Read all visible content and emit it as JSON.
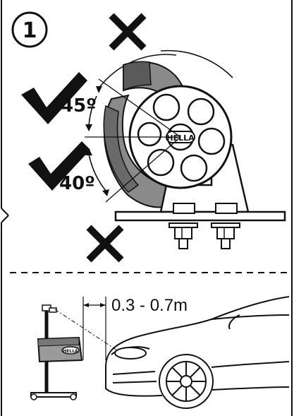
{
  "step": {
    "number": "1"
  },
  "angles": {
    "upper": "45º",
    "lower": "40º"
  },
  "horn": {
    "logo": "HELLA"
  },
  "tester": {
    "logo": "HELLA"
  },
  "distance": {
    "label": "0.3 - 0.7m"
  },
  "marks": {
    "top": "cross-icon",
    "upper_angle": "check-icon",
    "lower_angle": "check-icon",
    "bottom": "cross-icon"
  },
  "colors": {
    "ink": "#111111",
    "shade": "#8a8a8a",
    "paper": "#ffffff"
  }
}
